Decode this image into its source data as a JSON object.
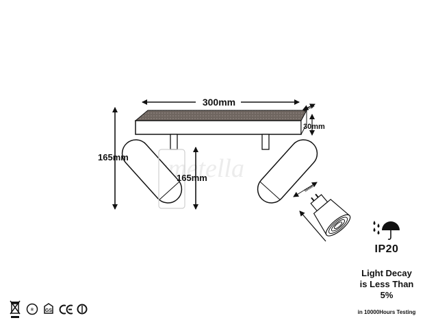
{
  "dimensions": {
    "width": "300mm",
    "height_total": "165mm",
    "height_lamp": "165mm",
    "bar_height": "30mm",
    "bar_depth": "50mm",
    "lamp_diameter": "55mm"
  },
  "watermark": "Lumetella",
  "rating": {
    "ip": "IP20",
    "decay_line1": "Light Decay",
    "decay_line2": "is Less Than",
    "decay_line3": "5%",
    "testing": "in 10000Hours Testing"
  },
  "certifications": [
    {
      "icon": "weee-bin-icon"
    },
    {
      "icon": "rohs-icon"
    },
    {
      "icon": "gs-icon"
    },
    {
      "icon": "ce-mark-icon"
    },
    {
      "icon": "recycle-icon"
    }
  ]
}
